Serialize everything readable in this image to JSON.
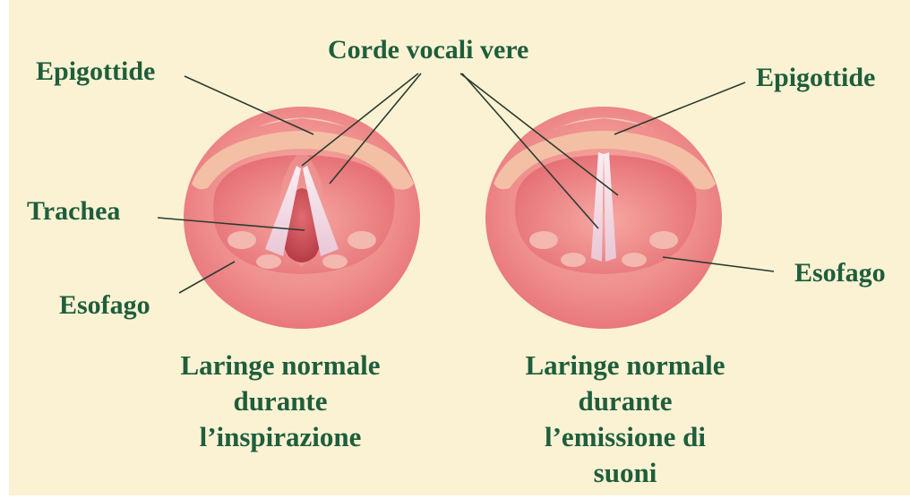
{
  "colors": {
    "background": "#fbf2d4",
    "label": "#1f5e3c",
    "leader_line": "#2b3b30",
    "tissue_outer": "#f29a98",
    "tissue_inner": "#e56e74",
    "cords": "#f4dce6",
    "trachea": "#d3505a"
  },
  "labels": {
    "corde_vocali": "Corde vocali vere",
    "epiglottide_left": "Epigottide",
    "epiglottide_right": "Epigottide",
    "trachea": "Trachea",
    "esofago_left": "Esofago",
    "esofago_right": "Esofago"
  },
  "captions": {
    "left": [
      "Laringe normale",
      "durante",
      "l’inspirazione"
    ],
    "right": [
      "Laringe normale",
      "durante",
      "l’emissione di",
      "suoni"
    ]
  }
}
